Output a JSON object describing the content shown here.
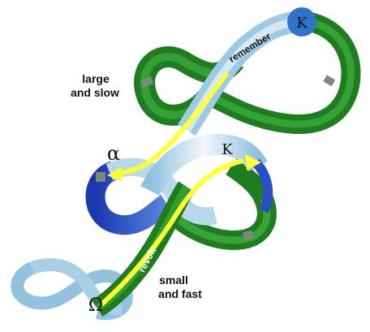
{
  "labels": {
    "large_slow_line1": "large",
    "large_slow_line2": "and  slow",
    "small_fast_line1": "small",
    "small_fast_line2": "and fast",
    "remember": "remember",
    "revolt": "revolt",
    "k_top": "K",
    "k_middle": "K",
    "alpha": "α",
    "omega": "Ω"
  },
  "colors": {
    "green_dark": "#1e7d1e",
    "green_mid": "#2ea62e",
    "light_blue": "#a9d3ea",
    "blue": "#2a4fc4",
    "yellow": "#ffff33",
    "grey": "#7a8a7a"
  }
}
